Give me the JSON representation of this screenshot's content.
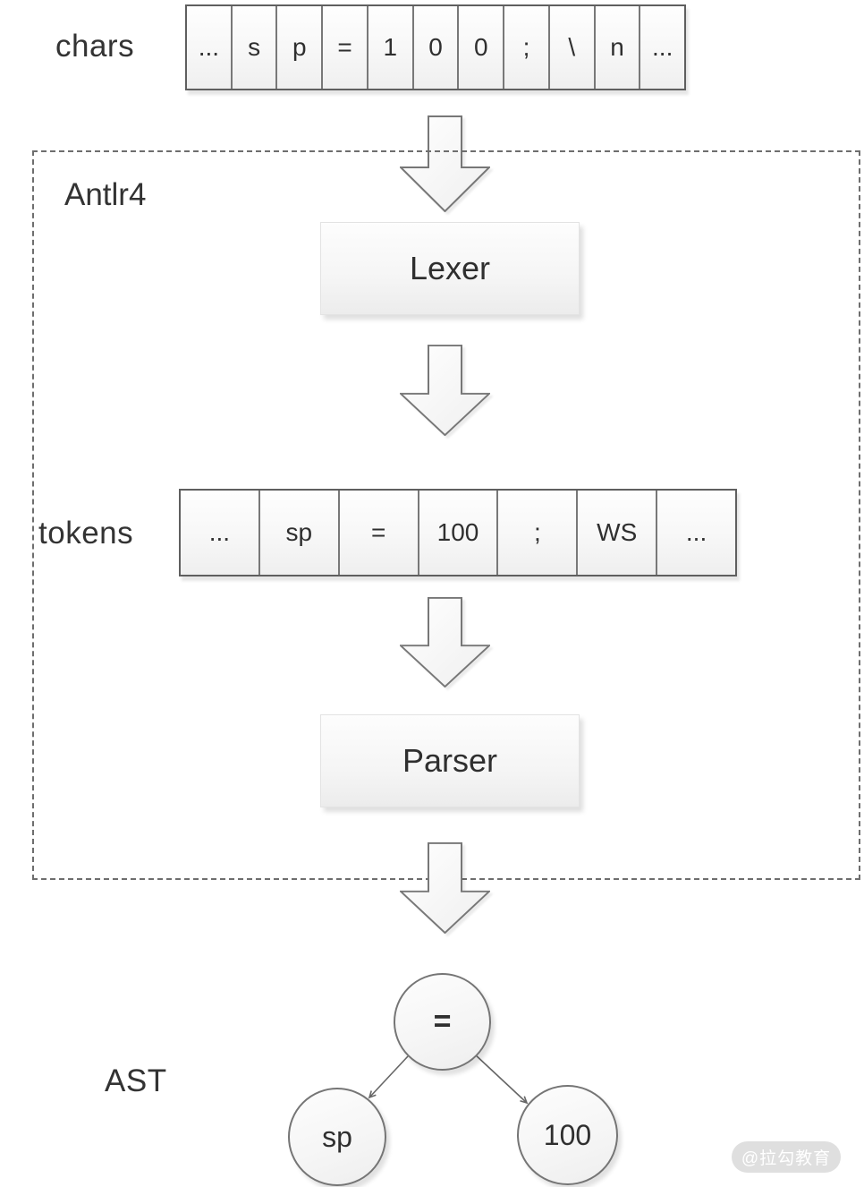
{
  "chars_row": {
    "label": "chars",
    "cells": [
      "...",
      "s",
      "p",
      "=",
      "1",
      "0",
      "0",
      ";",
      "\\",
      "n",
      "..."
    ]
  },
  "antlr4_box": {
    "label": "Antlr4"
  },
  "lexer_box": {
    "label": "Lexer"
  },
  "tokens_row": {
    "label": "tokens",
    "cells": [
      "...",
      "sp",
      "=",
      "100",
      ";",
      "WS",
      "..."
    ]
  },
  "parser_box": {
    "label": "Parser"
  },
  "ast": {
    "label": "AST",
    "root": "=",
    "left_child": "sp",
    "right_child": "100"
  },
  "watermark": {
    "text": "@拉勾教育"
  },
  "colors": {
    "outline_gray": "#777777",
    "dash_gray": "#6e6e6e",
    "text_dark": "#333333",
    "fill_light": "#f7f7f7"
  }
}
